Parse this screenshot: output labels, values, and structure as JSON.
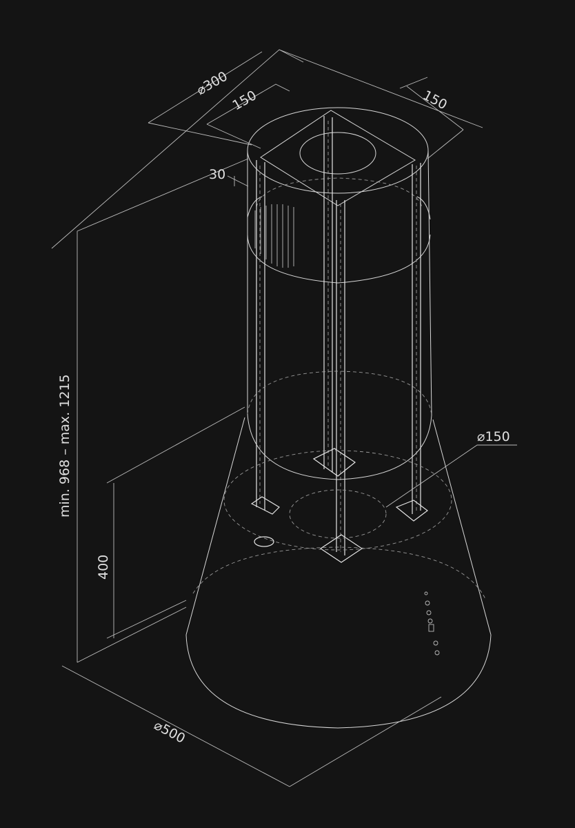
{
  "drawing": {
    "dimensions": {
      "top_diameter": "⌀300",
      "top_width_left": "150",
      "top_width_right": "150",
      "top_offset": "30",
      "outlet_diameter": "⌀150",
      "height_range": "min. 968 – max. 1215",
      "cone_height": "400",
      "bottom_diameter": "⌀500"
    },
    "colors": {
      "background": "#141414",
      "line": "#d8d8d8"
    }
  }
}
